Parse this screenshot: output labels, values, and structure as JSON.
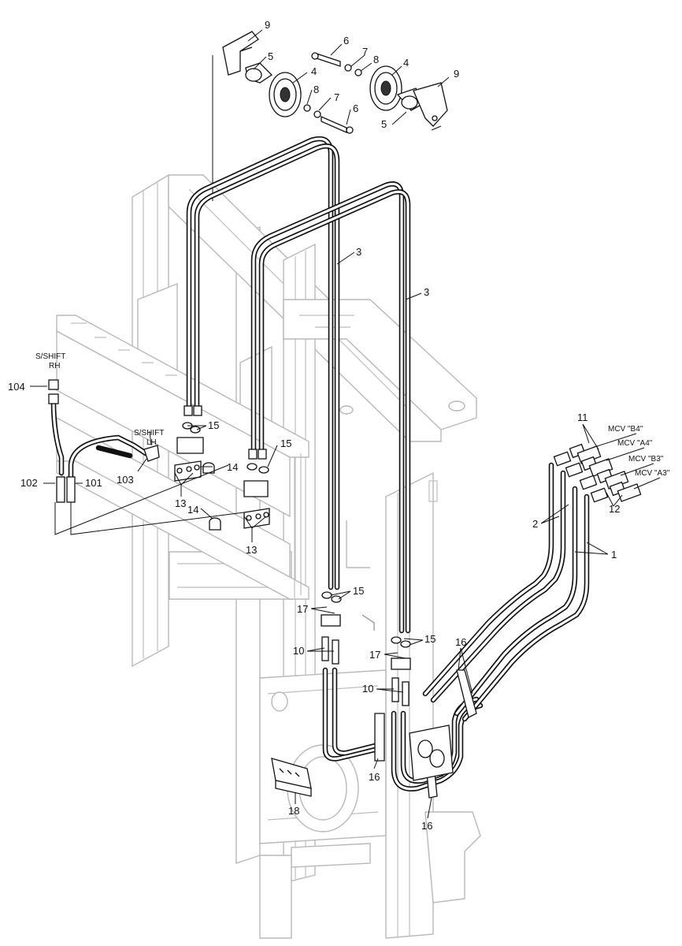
{
  "labels": {
    "c1": "1",
    "c2": "2",
    "c3a": "3",
    "c3b": "3",
    "c4a": "4",
    "c4b": "4",
    "c5a": "5",
    "c5b": "5",
    "c6a": "6",
    "c6b": "6",
    "c7a": "7",
    "c7b": "7",
    "c8a": "8",
    "c8b": "8",
    "c9a": "9",
    "c9b": "9",
    "c10a": "10",
    "c10b": "10",
    "c11": "11",
    "c12": "12",
    "c13a": "13",
    "c13b": "13",
    "c14a": "14",
    "c14b": "14",
    "c15a": "15",
    "c15b": "15",
    "c15c": "15",
    "c15d": "15",
    "c16a": "16",
    "c16b": "16",
    "c16c": "16",
    "c17a": "17",
    "c17b": "17",
    "c18": "18",
    "c101": "101",
    "c102": "102",
    "c103": "103",
    "c104": "104"
  },
  "notes": {
    "sshift_rh_1": "S/SHIFT",
    "sshift_rh_2": "RH",
    "sshift_lh_1": "S/SHIFT",
    "sshift_lh_2": "LH",
    "mcv_b4": "MCV \"B4\"",
    "mcv_a4": "MCV \"A4\"",
    "mcv_b3": "MCV \"B3\"",
    "mcv_a3": "MCV \"A3\""
  }
}
